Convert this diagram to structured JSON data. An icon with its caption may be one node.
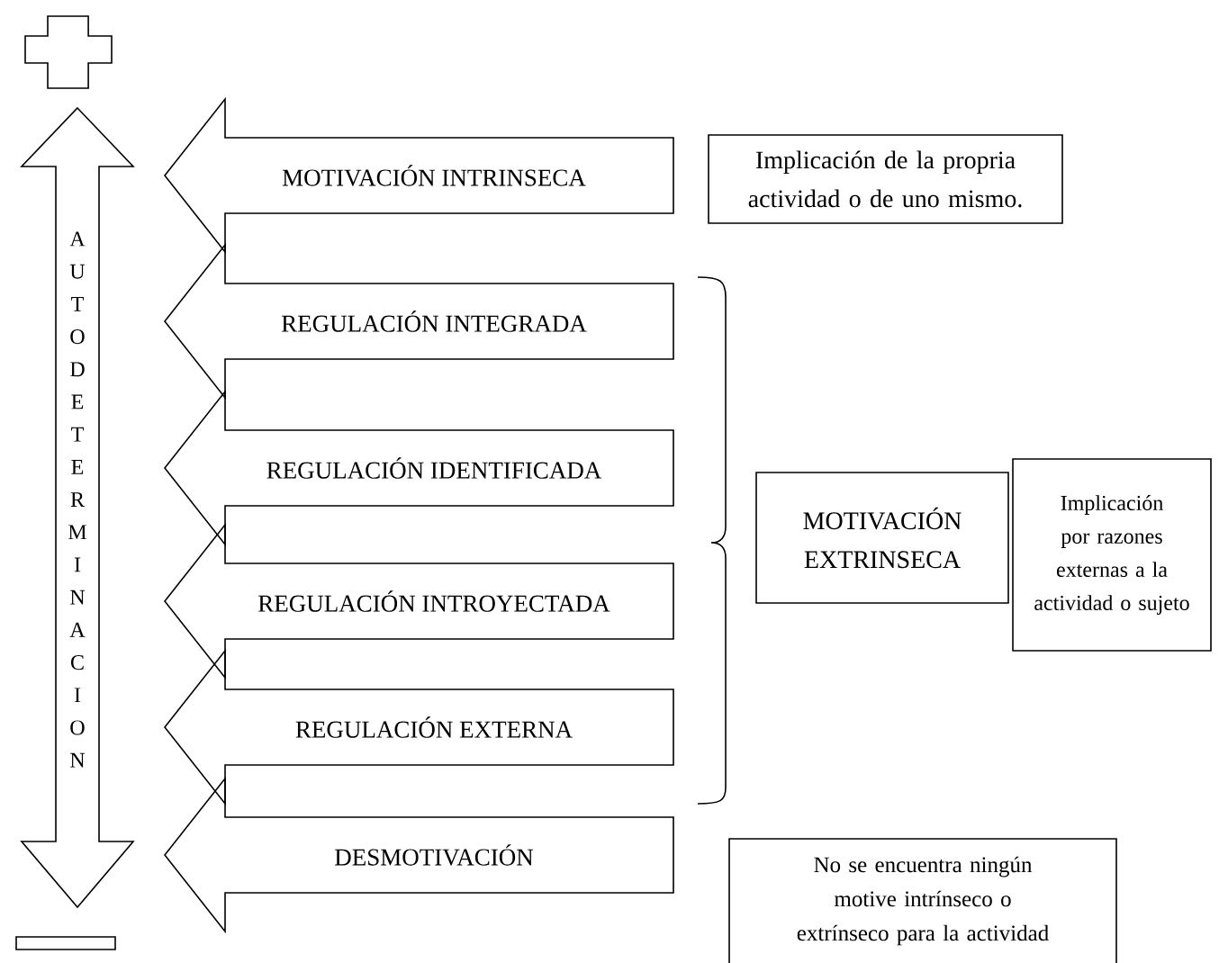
{
  "diagram": {
    "nodes": [
      {
        "text": [],
        "shape": "cross"
      },
      {
        "text": [
          "A U T O D E T E R M I N A C I O N"
        ]
      },
      {
        "text": [
          "MOTIVACIÓN INTRINSECA"
        ]
      },
      {
        "text": [
          "REGULACIÓN INTEGRADA"
        ]
      },
      {
        "text": [
          "REGULACIÓN IDENTIFICADA"
        ]
      },
      {
        "text": [
          "REGULACIÓN INTROYECTADA"
        ]
      },
      {
        "text": [
          "REGULACIÓN EXTERNA"
        ]
      },
      {
        "text": [
          "DESMOTIVACIÓN"
        ]
      },
      {
        "text": [
          "Implicación de la propria actividad o de uno mismo."
        ]
      },
      {
        "text": [
          "MOTIVACIÓN EXTRINSECA"
        ]
      },
      {
        "text": [
          "Implicación por razones externas a la actividad o sujeto"
        ]
      },
      {
        "text": [
          "No se encuentra ningún motive intrínseco o extrínseco para la actividad"
        ]
      },
      {
        "text": [],
        "shape": "bar"
      }
    ]
  }
}
